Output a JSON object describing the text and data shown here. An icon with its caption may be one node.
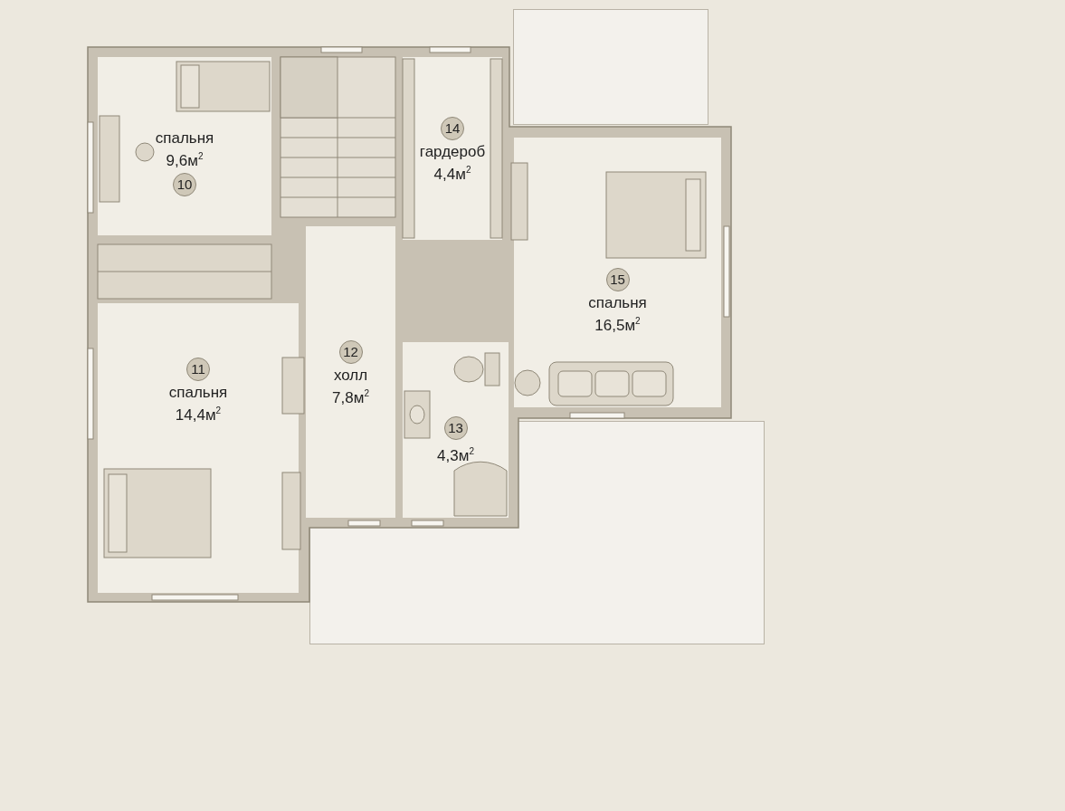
{
  "diagram": {
    "nodes": [
      {
        "text": [
          "спальня",
          "9,6м$^{2}$"
        ]
      },
      {
        "text": [
          "10"
        ],
        "in": 0
      },
      {
        "text": [
          "гардероб",
          "4,4м$^{2}$"
        ]
      },
      {
        "text": [
          "14"
        ],
        "in": 2
      },
      {
        "text": [
          "спальня",
          "16,5м$^{2}$"
        ]
      },
      {
        "text": [
          "15"
        ],
        "in": 4
      },
      {
        "text": [
          "холл",
          "7,8м$^{2}$"
        ]
      },
      {
        "text": [
          "12"
        ],
        "in": 6
      },
      {
        "text": [
          "спальня",
          "14,4м$^{2}$"
        ]
      },
      {
        "text": [
          "11"
        ],
        "in": 8
      },
      {
        "text": [
          "4,3м$^{2}$"
        ]
      },
      {
        "text": [
          "13"
        ],
        "in": 10
      },
      {
        "text": [],
        "shape": "box"
      },
      {
        "text": [],
        "shape": "box"
      }
    ]
  }
}
